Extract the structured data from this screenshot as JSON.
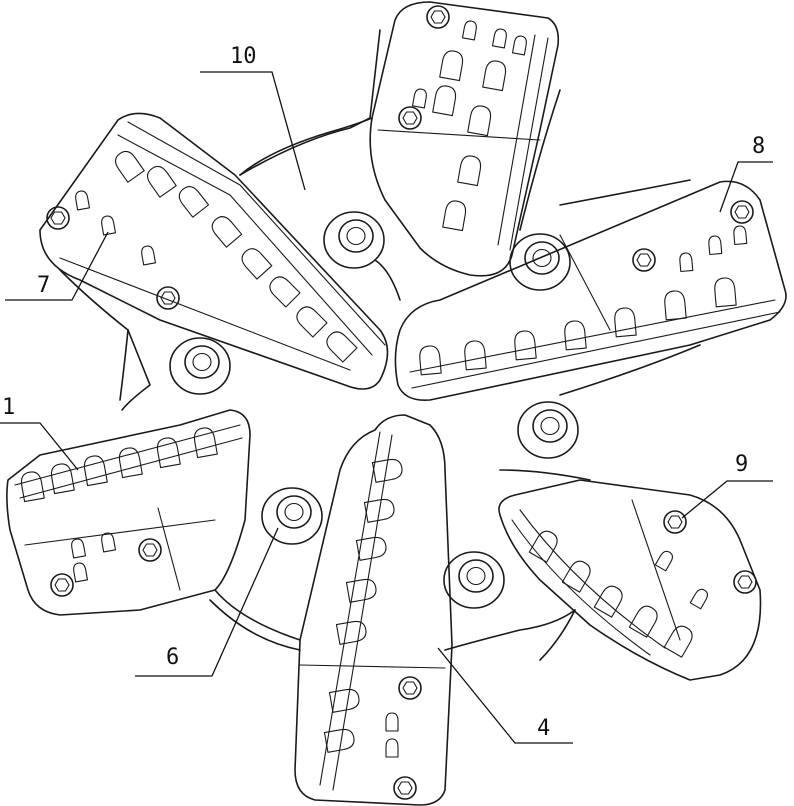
{
  "callouts": [
    {
      "id": "1",
      "text": "1"
    },
    {
      "id": "4",
      "text": "4"
    },
    {
      "id": "6",
      "text": "6"
    },
    {
      "id": "7",
      "text": "7"
    },
    {
      "id": "8",
      "text": "8"
    },
    {
      "id": "9",
      "text": "9"
    },
    {
      "id": "10",
      "text": "10"
    }
  ],
  "line_color": "#1a1a1a",
  "background": "#ffffff"
}
